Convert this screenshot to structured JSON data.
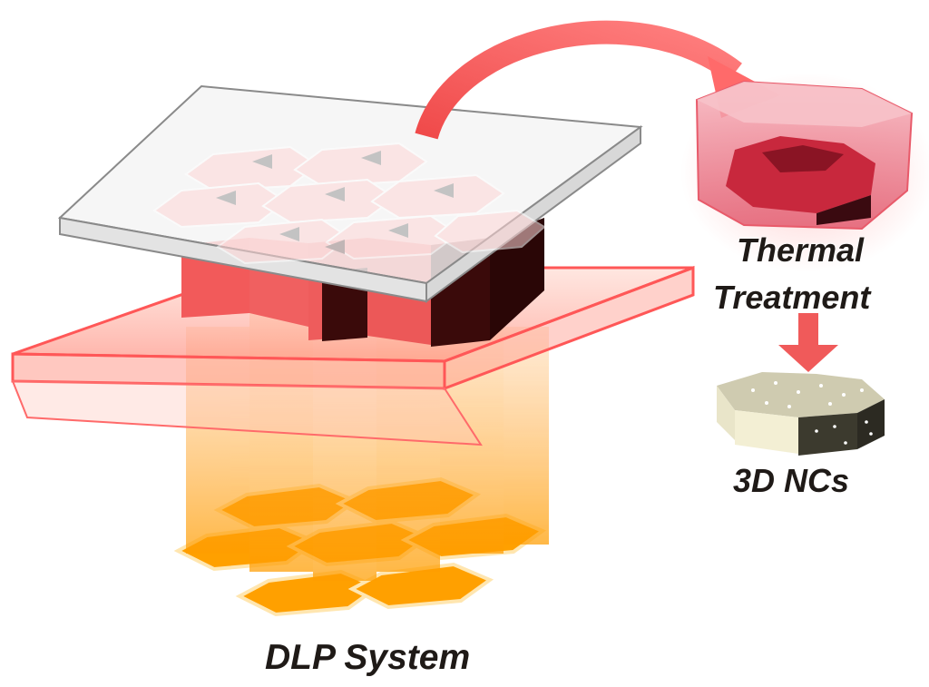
{
  "labels": {
    "thermal_line1": "Thermal",
    "thermal_line2": "Treatment",
    "nanocomposite": "3D NCs",
    "dlp": "DLP System"
  },
  "colors": {
    "resin_red": "#f26565",
    "dark_resin": "#3a0a0a",
    "light_orange": "#ffa000",
    "ceramic": "#e8e4c8",
    "ceramic_dark": "#3c3a2e",
    "text": "#1f1a17"
  }
}
